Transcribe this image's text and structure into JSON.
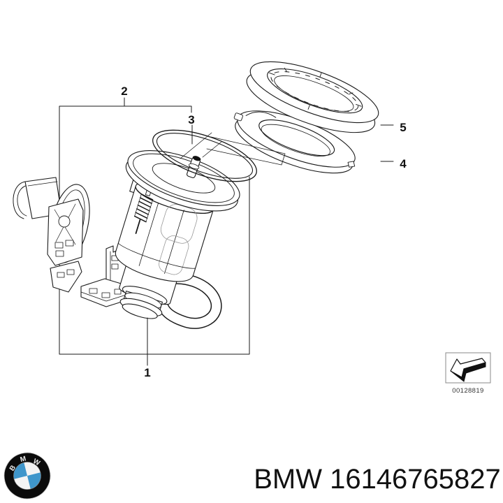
{
  "diagram": {
    "callouts": {
      "c1": "1",
      "c2": "2",
      "c3": "3",
      "c4": "4",
      "c5": "5"
    },
    "stamp_number": "00128819"
  },
  "footer": {
    "part_text": "BMW 16146765827",
    "logo": {
      "b": "B",
      "m": "M",
      "w": "W"
    }
  },
  "colors": {
    "line": "#1a1a1a",
    "logo_blue": "#3f96cb"
  }
}
